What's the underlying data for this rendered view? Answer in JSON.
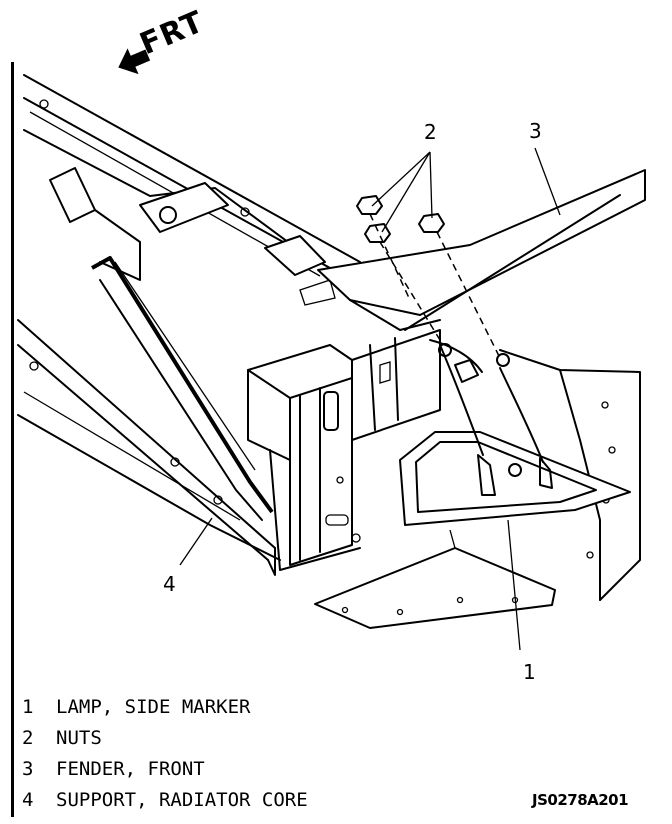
{
  "orientation": {
    "label": "FRT",
    "arrow_icon": "arrow-left-icon"
  },
  "callouts": [
    "1",
    "2",
    "3",
    "4"
  ],
  "legend": [
    {
      "number": "1",
      "text": "LAMP, SIDE MARKER"
    },
    {
      "number": "2",
      "text": "NUTS"
    },
    {
      "number": "3",
      "text": "FENDER, FRONT"
    },
    {
      "number": "4",
      "text": "SUPPORT, RADIATOR CORE"
    }
  ],
  "figure_code": "JS0278A201"
}
